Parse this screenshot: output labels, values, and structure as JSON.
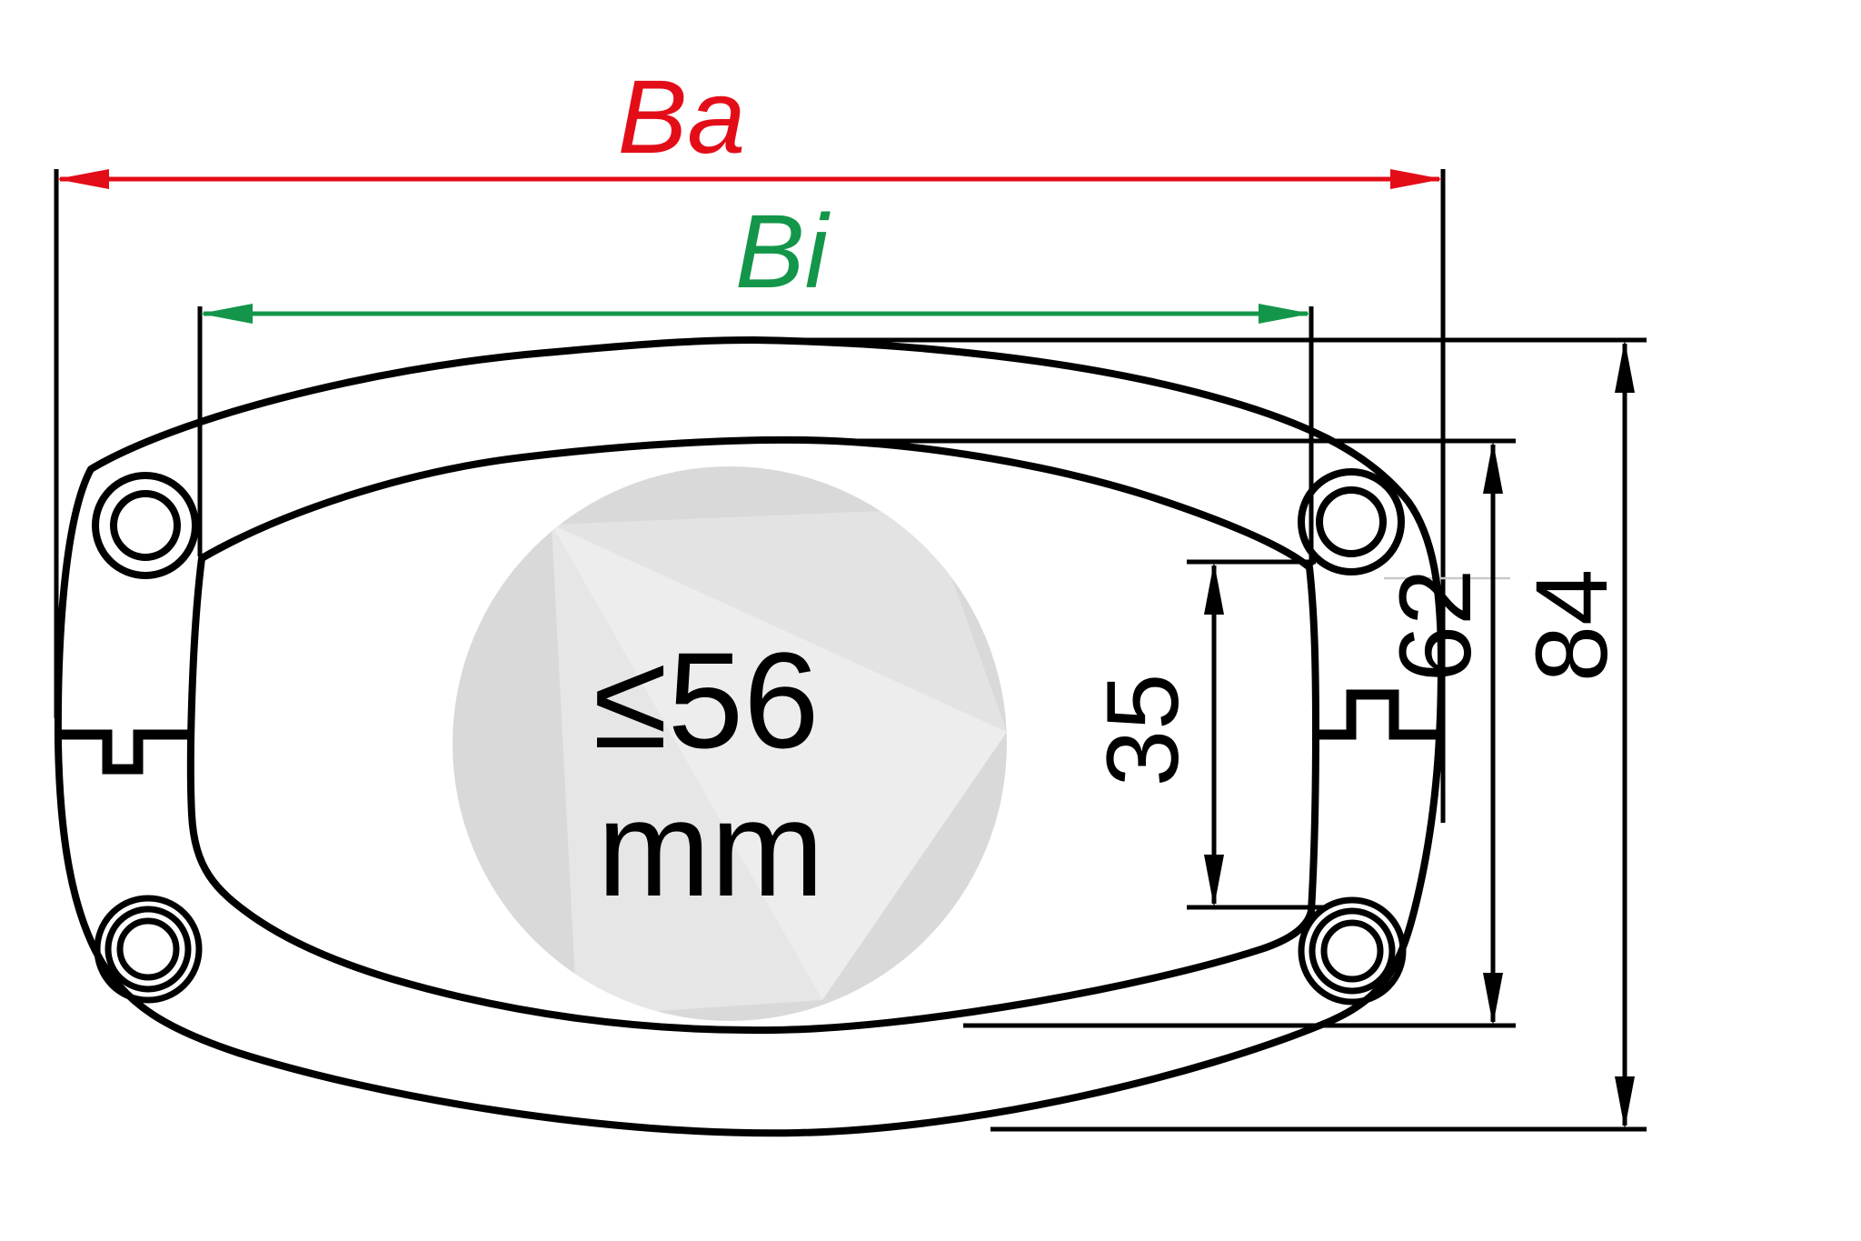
{
  "drawing": {
    "type": "technical-dimension-drawing",
    "part": "roof-window mounting frame gasket, top view",
    "dimensions": {
      "outer_width": {
        "label": "Ba"
      },
      "inner_width": {
        "label": "Bi"
      },
      "flange_cutout_height": {
        "label": "35"
      },
      "inner_height": {
        "label": "62"
      },
      "outer_height": {
        "label": "84"
      }
    },
    "watermark": {
      "line1": "≤56",
      "line2": "mm"
    },
    "colors": {
      "outer_width_red": "#e30d18",
      "inner_width_green": "#13964a",
      "line_black": "#000000",
      "watermark_gray": "#d9d9d9"
    }
  }
}
